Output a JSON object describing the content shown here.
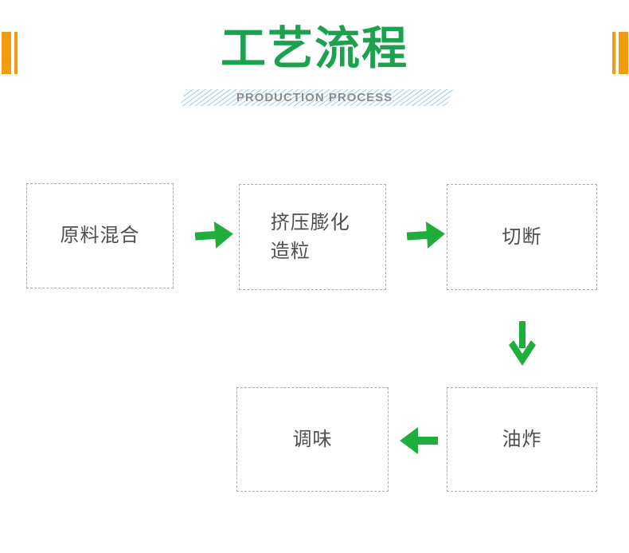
{
  "header": {
    "title": "工艺流程",
    "subtitle": "PRODUCTION PROCESS"
  },
  "colors": {
    "title_green": "#1CA24E",
    "arrow_green": "#1FAD3C",
    "accent_orange": "#F39C0F",
    "hatch_blue": "#A9D5EF",
    "subtitle_gray": "#8B8B8B",
    "box_border_gray": "#ACACAC",
    "box_text_gray": "#4F4F4F"
  },
  "flow": {
    "steps": [
      {
        "label": "原料混合"
      },
      {
        "label": "挤压膨化造粒"
      },
      {
        "label": "切断"
      },
      {
        "label": "油炸"
      },
      {
        "label": "调味"
      }
    ],
    "arrows": [
      {
        "from": "原料混合",
        "to": "挤压膨化造粒",
        "direction": "right"
      },
      {
        "from": "挤压膨化造粒",
        "to": "切断",
        "direction": "right"
      },
      {
        "from": "切断",
        "to": "油炸",
        "direction": "down"
      },
      {
        "from": "油炸",
        "to": "调味",
        "direction": "left"
      }
    ]
  }
}
